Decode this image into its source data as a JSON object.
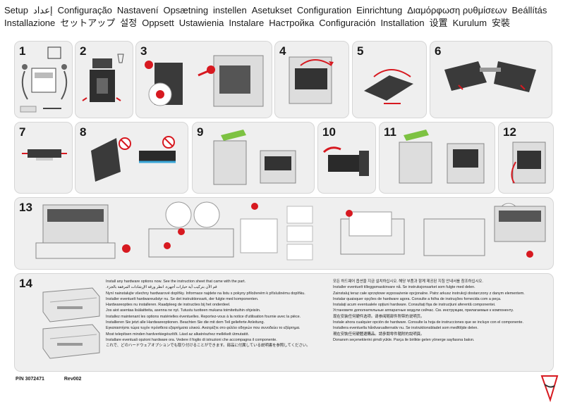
{
  "header": {
    "line1": [
      "Setup",
      "إعداد",
      "Configuração",
      "Nastavení",
      "Opsætning",
      "instellen",
      "Asetukset",
      "Configuration",
      "Einrichtung",
      "Διαμόρφωση ρυθμίσεων",
      "Beállítás"
    ],
    "line2": [
      "Installazione",
      "セットアップ",
      "설정",
      "Oppsett",
      "Ustawienia",
      "Instalare",
      "Настройка",
      "Configuración",
      "Installation",
      "设置",
      "Kurulum",
      "安裝"
    ]
  },
  "steps": [
    "1",
    "2",
    "3",
    "4",
    "5",
    "6",
    "7",
    "8",
    "9",
    "10",
    "11",
    "12",
    "13",
    "14"
  ],
  "step14": {
    "col1": [
      "Install any hardware options now. See the instruction sheet that came with the part.",
      "قم الآن بتركيب أية خيارات أجهزة. انظر ورقة الإرشادات المرفقة بالجزء.",
      "Nyní nainstalujte všechny hardwarové doplňky. Informace najdete na listu s pokyny přiloženém k příslušnému doplňku.",
      "Installer eventuelt hardwareudstyr nu. Se det instruktionsark, der fulgte med komponenten.",
      "Hardwareopties nu installeren. Raadpleeg de instructies bij het onderdeel.",
      "Jos aiot asentaa lisälaitteita, asenna ne nyt. Tutustu tuotteen mukana toimitettuihin ohjeisiin.",
      "Installez maintenant les options matérielles éventuelles. Reportez-vous à la notice d'utilisation fournie avec la pièce.",
      "Installieren Sie jetzt alle Hardwareoptionen. Beachten Sie die mit dem Teil gelieferte Anleitung.",
      "Εγκαταστήστε τώρα τυχόν πρόσθετα εξαρτήματα υλικού. Ανατρέξτε στο φύλλο οδηγιών που συνοδεύει το εξάρτημα.",
      "Most telepítsen minden hardverkiegészítőt. Lásd az alkatrészhez mellékelt útmutatót.",
      "Installare eventuali opzioni hardware ora. Vedere il foglio di istruzioni che accompagna il componente.",
      "これで、どのハードウェアオプションでも取り付けることができます。部品に付属している説明書を参照してください。"
    ],
    "col2": [
      "모든 하드웨어 옵션을 지금 설치하십시오. 해당 부품과 함께 제공된 지침 안내서를 참조하십시오.",
      "Installer eventuelt tilleggsmaskinvare nå. Se instruksjonsarket som fulgte med delen.",
      "Zainstaluj teraz całe sprzętowe wyposażenie opcjonalne. Patrz arkusz instrukcji dostarczony z danym elementem.",
      "Instalar quaisquer opções de hardware agora. Consulte a folha de instruções fornecida com a peça.",
      "Instalați acum eventualele opțiuni hardware. Consultați fișa de instrucțiuni aferentă componentei.",
      "Установите дополнительные аппаратные модули сейчас. См. инструкции, прилагаемые к компоненту.",
      "现在安装任何硬件选项。请参阅随部件附带的说明页。",
      "Instale ahora cualquier opción de hardware. Consulte la hoja de instrucciones que se incluye con el componente.",
      "Installera eventuella hårdvarualternativ nu. Se instruktionsbladet som medföljde delen.",
      "現在安裝任何硬體選購品。請參閱零件隨附的說明頁。",
      "Donanım seçeneklerini şimdi yükle. Parça ile birlikte gelen yönerge sayfasına bakın."
    ]
  },
  "footer": {
    "part_number": "P/N 3072471",
    "revision": "Rev002"
  },
  "colors": {
    "accent_red": "#d71920",
    "accent_green": "#7dc242",
    "panel_bg": "#efefef",
    "printer_dark": "#3a3a3a"
  }
}
